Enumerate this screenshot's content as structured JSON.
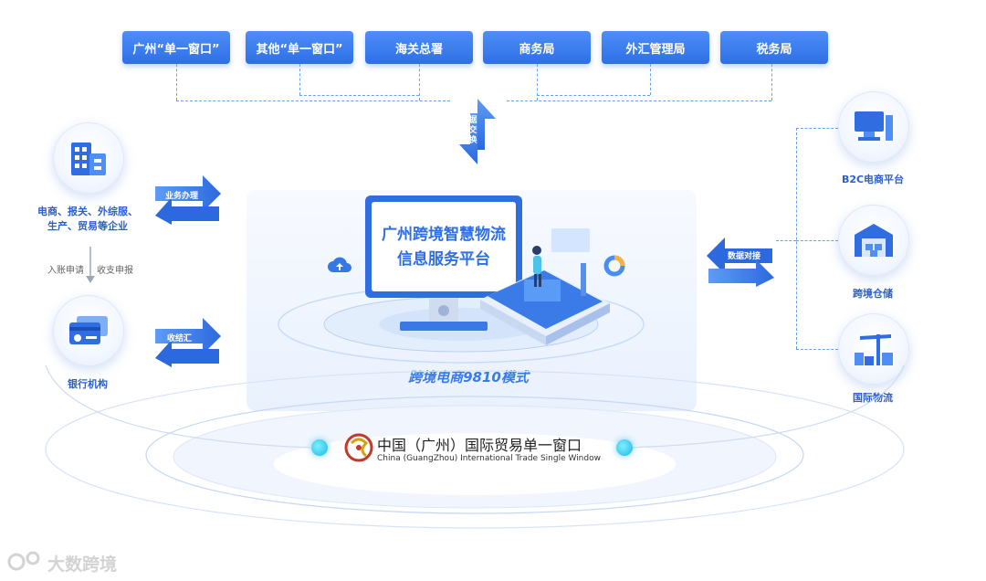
{
  "top_boxes": [
    "广州“单一窗口”",
    "其他“单一窗口”",
    "海关总署",
    "商务局",
    "外汇管理局",
    "税务局"
  ],
  "data_exchange": "数据交换",
  "left": {
    "enterprise_label_line1": "电商、报关、外综服、",
    "enterprise_label_line2": "生产、贸易等企业",
    "flow_left": "入账申请",
    "flow_right": "收支申报",
    "bank_label": "银行机构",
    "arrow_business": "业务办理",
    "arrow_settlement": "收结汇"
  },
  "center": {
    "platform_line1": "广州跨境智慧物流",
    "platform_line2": "信息服务平台",
    "mode_text": "跨境电商9810模式"
  },
  "right": {
    "arrow_data": "数据对接",
    "items": [
      "B2C电商平台",
      "跨境仓储",
      "国际物流"
    ]
  },
  "bottom": {
    "title_cn": "中国（广州）国际贸易单一窗口",
    "title_en": "China (GuangZhou) International Trade Single Window"
  },
  "watermark": "大数跨境",
  "colors": {
    "primary": "#2e6fe6",
    "accent": "#1fb5e6"
  }
}
